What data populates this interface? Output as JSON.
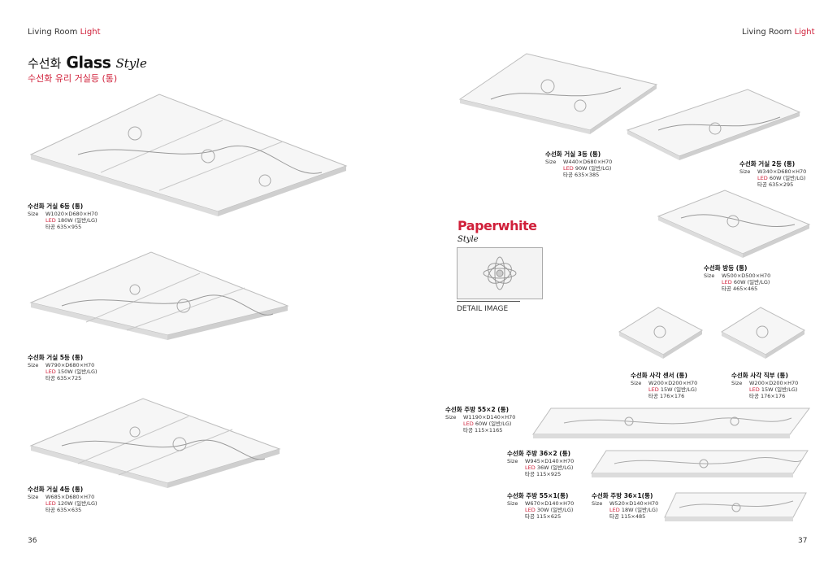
{
  "header_left": {
    "prefix": "Living Room ",
    "accent": "Light"
  },
  "header_right": {
    "prefix": "Living Room ",
    "accent": "Light"
  },
  "page_left": "36",
  "page_right": "37",
  "title": {
    "korean": "수선화",
    "main": "Glass",
    "style": "Style"
  },
  "subtitle": "수선화 유리 거실등 (통)",
  "paperwhite": {
    "title": "Paperwhite",
    "style": "Style",
    "detail_label": "DETAIL IMAGE"
  },
  "products": [
    {
      "name": "수선화 거실 6등 (통)",
      "size_label": "Size",
      "size": "W1020×D680×H70",
      "led_label": "LED",
      "led": "180W (일반/LG)",
      "hole": "타공 635×955"
    },
    {
      "name": "수선화 거실 5등 (통)",
      "size_label": "Size",
      "size": "W790×D680×H70",
      "led_label": "LED",
      "led": "150W (일반/LG)",
      "hole": "타공 635×725"
    },
    {
      "name": "수선화 거실 4등 (통)",
      "size_label": "Size",
      "size": "W685×D680×H70",
      "led_label": "LED",
      "led": "120W (일반/LG)",
      "hole": "타공 635×635"
    },
    {
      "name": "수선화 거실 3등 (통)",
      "size_label": "Size",
      "size": "W440×D680×H70",
      "led_label": "LED",
      "led": "90W (일반/LG)",
      "hole": "타공 635×385"
    },
    {
      "name": "수선화 거실 2등 (통)",
      "size_label": "Size",
      "size": "W340×D680×H70",
      "led_label": "LED",
      "led": "60W (일반/LG)",
      "hole": "타공 635×295"
    },
    {
      "name": "수선화 방등 (통)",
      "size_label": "Size",
      "size": "W500×D500×H70",
      "led_label": "LED",
      "led": "60W (일반/LG)",
      "hole": "타공 465×465"
    },
    {
      "name": "수선화 사각 센서 (통)",
      "size_label": "Size",
      "size": "W200×D200×H70",
      "led_label": "LED",
      "led": "15W (일반/LG)",
      "hole": "타공 176×176"
    },
    {
      "name": "수선화 사각 직부 (통)",
      "size_label": "Size",
      "size": "W200×D200×H70",
      "led_label": "LED",
      "led": "15W (일반/LG)",
      "hole": "타공 176×176"
    },
    {
      "name": "수선화 주방 55×2 (통)",
      "size_label": "Size",
      "size": "W1190×D140×H70",
      "led_label": "LED",
      "led": "60W (일반/LG)",
      "hole": "타공 115×1165"
    },
    {
      "name": "수선화 주방 36×2 (통)",
      "size_label": "Size",
      "size": "W945×D140×H70",
      "led_label": "LED",
      "led": "36W (일반/LG)",
      "hole": "타공 115×925"
    },
    {
      "name": "수선화 주방 55×1(통)",
      "size_label": "Size",
      "size": "W670×D140×H70",
      "led_label": "LED",
      "led": "30W (일반/LG)",
      "hole": "타공 115×625"
    },
    {
      "name": "수선화 주방 36×1(통)",
      "size_label": "Size",
      "size": "W520×D140×H70",
      "led_label": "LED",
      "led": "18W (일반/LG)",
      "hole": "타공 115×485"
    }
  ],
  "colors": {
    "accent": "#d0203a",
    "text": "#222222",
    "fixture_edge": "#bdbdbd",
    "fixture_face": "#f5f5f5"
  }
}
